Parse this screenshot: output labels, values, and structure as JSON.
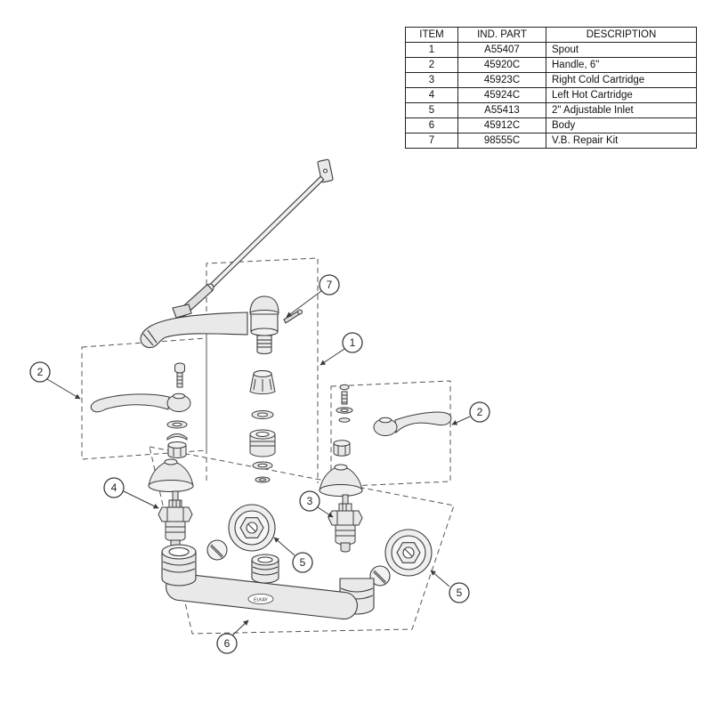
{
  "parts_table": {
    "headers": [
      "ITEM",
      "IND. PART",
      "DESCRIPTION"
    ],
    "rows": [
      {
        "item": "1",
        "part": "A55407",
        "description": "Spout"
      },
      {
        "item": "2",
        "part": "45920C",
        "description": "Handle, 6\""
      },
      {
        "item": "3",
        "part": "45923C",
        "description": "Right Cold Cartridge"
      },
      {
        "item": "4",
        "part": "45924C",
        "description": "Left Hot Cartridge"
      },
      {
        "item": "5",
        "part": "A55413",
        "description": "2\" Adjustable Inlet"
      },
      {
        "item": "6",
        "part": "45912C",
        "description": "Body"
      },
      {
        "item": "7",
        "part": "98555C",
        "description": "V.B. Repair Kit"
      }
    ]
  },
  "diagram": {
    "brand_label": "ELKAY",
    "callouts": [
      {
        "label": "7"
      },
      {
        "label": "1"
      },
      {
        "label": "2"
      },
      {
        "label": "2"
      },
      {
        "label": "4"
      },
      {
        "label": "3"
      },
      {
        "label": "5"
      },
      {
        "label": "5"
      },
      {
        "label": "6"
      }
    ],
    "colors": {
      "line": "#3a3a3a",
      "fill_light": "#e9e9e9",
      "background": "#ffffff"
    }
  }
}
